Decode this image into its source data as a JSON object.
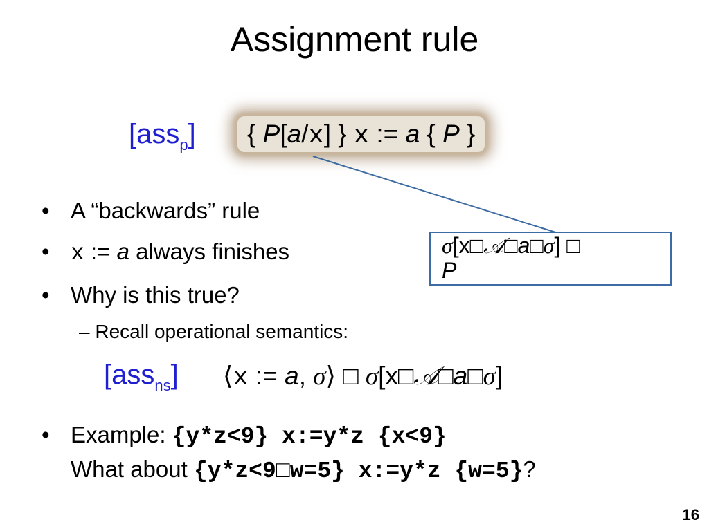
{
  "slide": {
    "title": "Assignment rule",
    "page_number": "16"
  },
  "rule_p": {
    "label": "[ass",
    "label_sub": "p",
    "label_close": "]",
    "lbrace": "{ ",
    "P": "P",
    "lbr": "[",
    "a": "a",
    "slash": "/",
    "x": "x",
    "rbr": "] } ",
    "x2": "x",
    "assign": " := ",
    "a2": "a",
    "mid": " { ",
    "P2": "P",
    "rbrace": " }"
  },
  "bullets": {
    "b1": "A “backwards” rule",
    "b2_x": "x",
    "b2_assign": " := ",
    "b2_a": "a",
    "b2_rest": " always finishes",
    "b3": "Why is this true?",
    "sub1": "– Recall operational semantics:"
  },
  "rule_ns": {
    "label": "[ass",
    "label_sub": "ns",
    "label_close": "]",
    "langle": "⟨",
    "x": "x",
    "assign": " := ",
    "a": "a",
    "comma": ", ",
    "sigma": "σ",
    "rangle": "⟩",
    "arrow": " ",
    "sigma2": "σ",
    "bracket_x": "[x",
    "A": "𝒜",
    "a2": "a",
    "sigma3": "σ",
    "close": "]"
  },
  "callout": {
    "sigma": "σ",
    "bracket_x": "[x",
    "A": "𝒜",
    "a": "a",
    "sigma2": "σ",
    "close": "] ",
    "P": "P"
  },
  "example": {
    "label": "Example: ",
    "pre": "{y*z<9} x:=y*z {x<9}",
    "q_label": "What about ",
    "q_code_1": "{y*z<9",
    "q_code_2": "w=5} x:=y*z {w=5}",
    "q_mark": "?"
  },
  "colors": {
    "rule_label": "#1f1fd1",
    "callout_border": "#3d6ba3",
    "glow": "#c7b49a"
  }
}
